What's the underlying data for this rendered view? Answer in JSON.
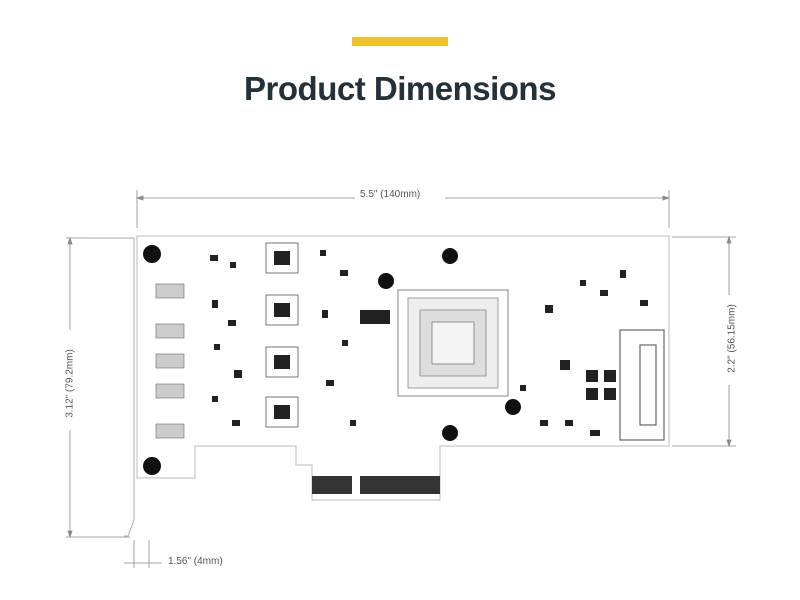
{
  "header": {
    "title": "Product Dimensions",
    "accent_color": "#f2c12e",
    "title_color": "#22313a"
  },
  "dimensions": {
    "width": "5.5\" (140mm)",
    "height_full": "3.12\" (79.2mm)",
    "height_board": "2.2\" (56.15mm)",
    "bracket": "1.56\" (4mm)"
  }
}
